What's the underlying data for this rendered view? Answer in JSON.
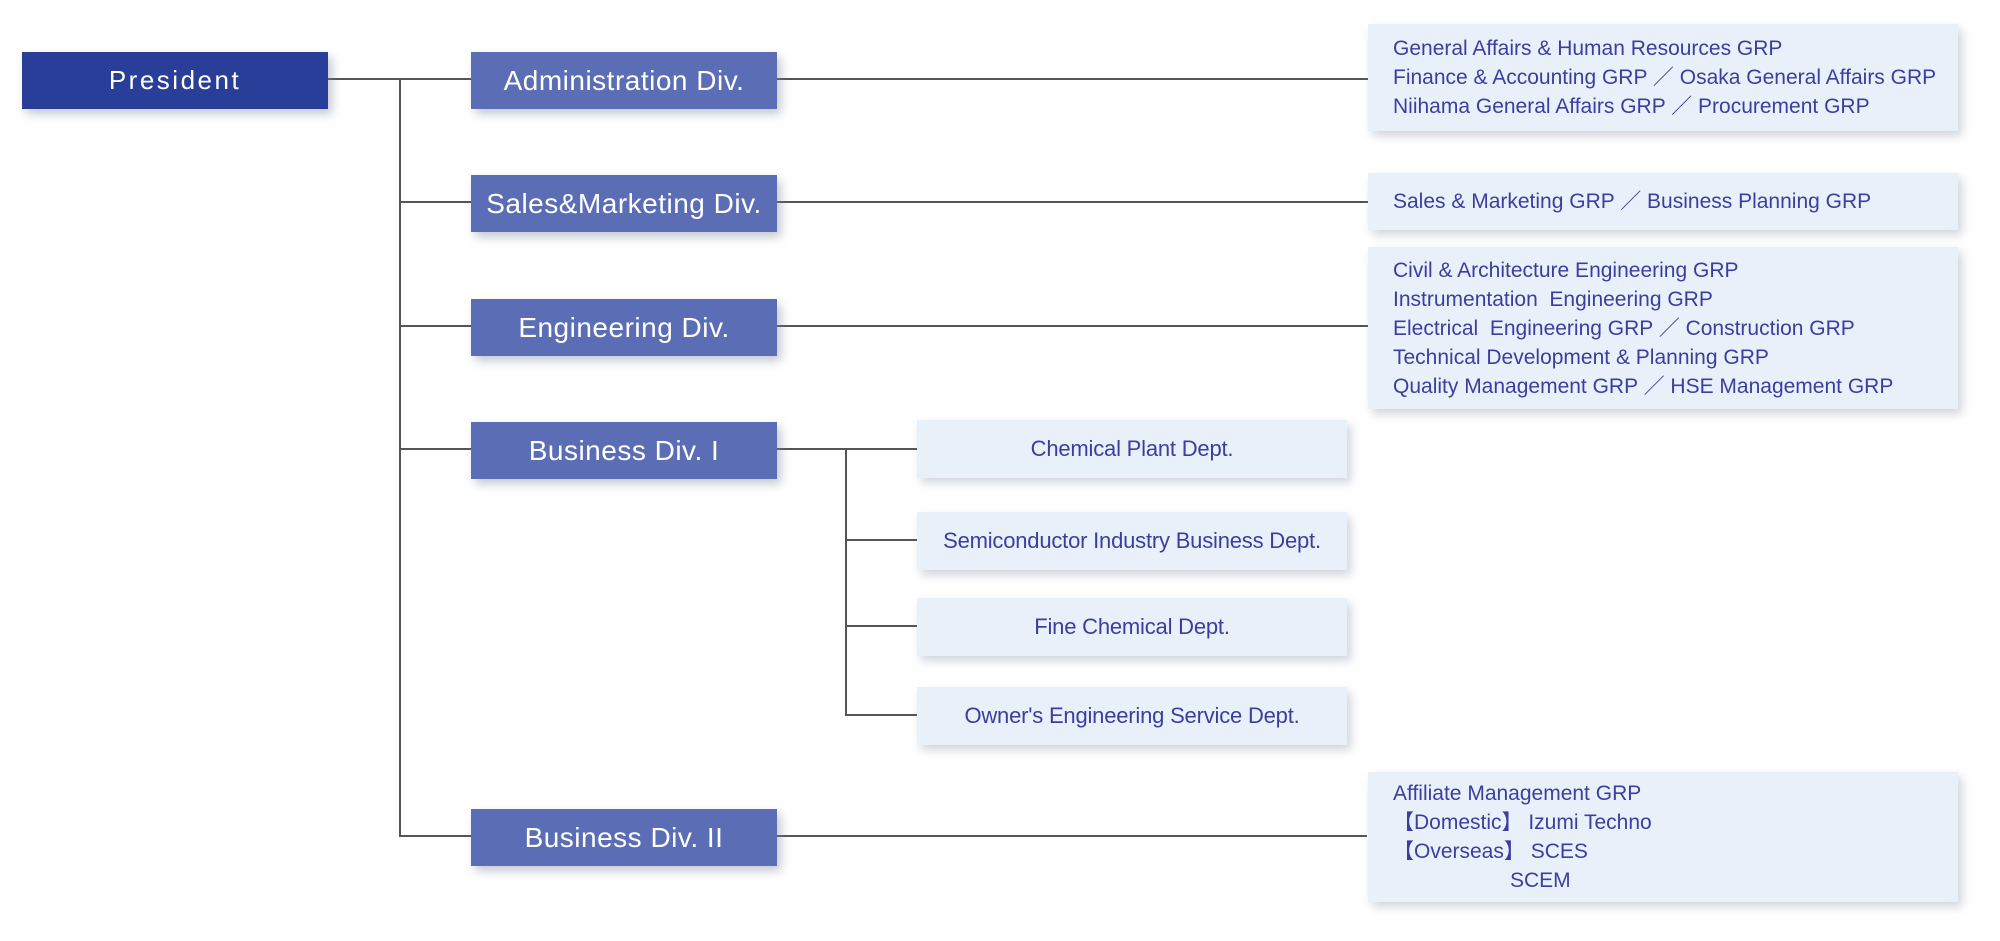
{
  "org": {
    "president": {
      "label": "President"
    },
    "divisions": [
      {
        "label": "Administration Div.",
        "groups": [
          "General Affairs & Human Resources GRP",
          "Finance & Accounting GRP ／ Osaka General Affairs GRP",
          "Niihama General Affairs GRP ／ Procurement GRP"
        ]
      },
      {
        "label": "Sales&Marketing Div.",
        "groups": [
          "Sales & Marketing GRP ／ Business Planning GRP"
        ]
      },
      {
        "label": "Engineering Div.",
        "groups": [
          "Civil & Architecture Engineering GRP",
          "Instrumentation  Engineering GRP",
          "Electrical  Engineering GRP ／ Construction GRP",
          "Technical Development & Planning GRP",
          "Quality Management GRP ／ HSE Management GRP"
        ]
      },
      {
        "label": "Business Div. I",
        "departments": [
          "Chemical Plant Dept.",
          "Semiconductor Industry Business Dept.",
          "Fine Chemical Dept.",
          "Owner's Engineering Service Dept."
        ]
      },
      {
        "label": "Business Div. II",
        "groups": [
          "Affiliate Management GRP",
          "【Domestic】 Izumi Techno",
          "【Overseas】 SCES",
          "SCEM"
        ]
      }
    ]
  },
  "colors": {
    "president_bg": "#293e98",
    "division_bg": "#5b6eb5",
    "panel_bg": "#e8f1fa",
    "panel_text": "#3b3ea0",
    "connector_line": "#555555",
    "box_text": "#ffffff"
  }
}
